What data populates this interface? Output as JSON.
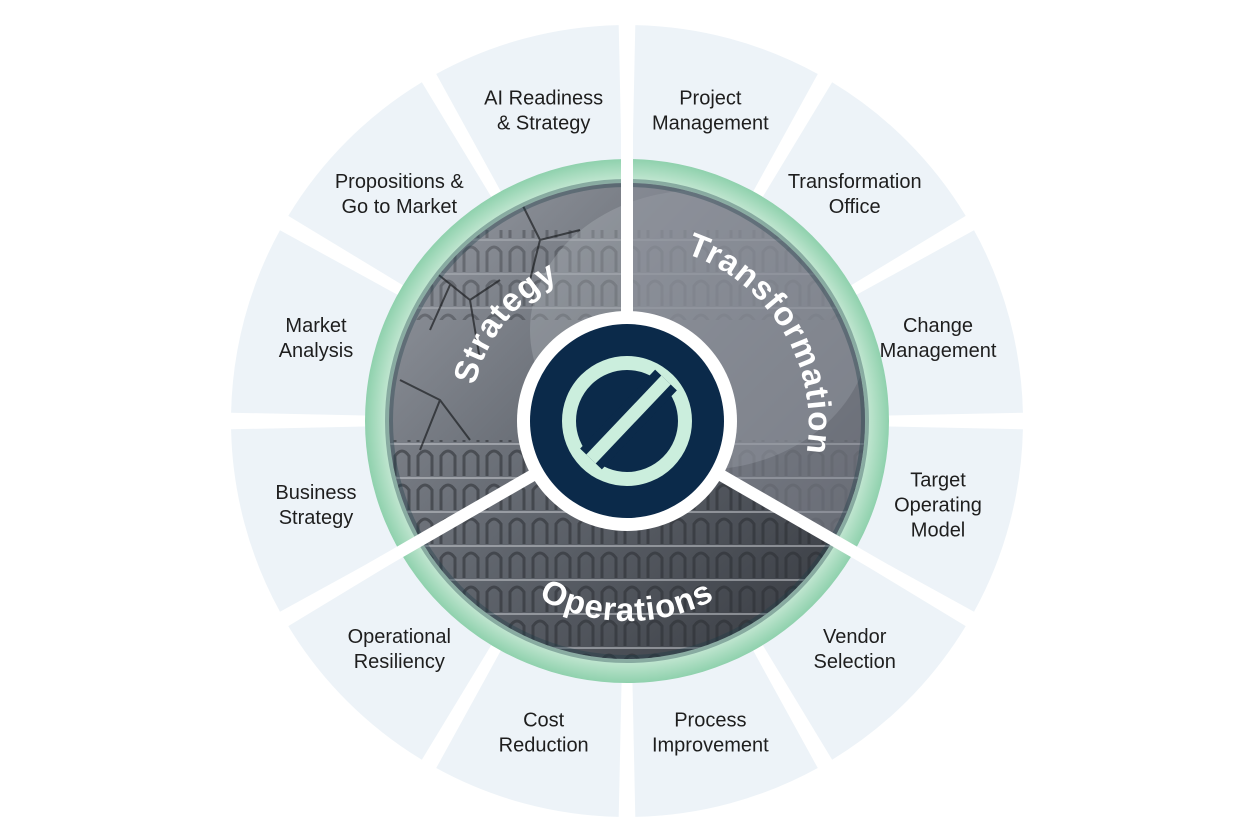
{
  "pillars": [
    {
      "key": "strategy",
      "label": "Strategy"
    },
    {
      "key": "transformation",
      "label": "Transformation"
    },
    {
      "key": "operations",
      "label": "Operations"
    }
  ],
  "segments": [
    {
      "lines": [
        "Project",
        "Management"
      ]
    },
    {
      "lines": [
        "Transformation",
        "Office"
      ]
    },
    {
      "lines": [
        "Change",
        "Management"
      ]
    },
    {
      "lines": [
        "Target",
        "Operating",
        "Model"
      ]
    },
    {
      "lines": [
        "Vendor",
        "Selection"
      ]
    },
    {
      "lines": [
        "Process",
        "Improvement"
      ]
    },
    {
      "lines": [
        "Cost",
        "Reduction"
      ]
    },
    {
      "lines": [
        "Operational",
        "Resiliency"
      ]
    },
    {
      "lines": [
        "Business",
        "Strategy"
      ]
    },
    {
      "lines": [
        "Market",
        "Analysis"
      ]
    },
    {
      "lines": [
        "Propositions &",
        "Go to Market"
      ]
    },
    {
      "lines": [
        "AI Readiness",
        "& Strategy"
      ]
    }
  ],
  "colors": {
    "segment_fill": "#edf3f8",
    "ring_green": "#8fd1ad",
    "ring_green_light": "#cdebd9",
    "center_navy": "#0b2a4a",
    "logo_mint": "#cbeedd",
    "photo_dark": "#3f434a",
    "photo_mid": "#7d828b",
    "transformation_overlay": "#8c909a"
  },
  "logo_icon": "slashed-circle-icon"
}
